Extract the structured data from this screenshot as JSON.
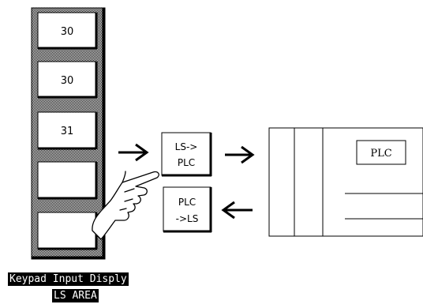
{
  "keypad": {
    "cells": [
      "30",
      "30",
      "31",
      "",
      ""
    ]
  },
  "buttons": {
    "ls_to_plc": [
      "LS->",
      "PLC"
    ],
    "plc_to_ls": [
      "PLC",
      "->LS"
    ]
  },
  "plc": {
    "label": "PLC"
  },
  "caption": {
    "line1": "Keypad Input Disply",
    "line2": "LS AREA"
  },
  "icons": {
    "hand": "pointing-hand-icon",
    "arrow_right": "arrow-right-icon",
    "arrow_left": "arrow-left-icon"
  }
}
